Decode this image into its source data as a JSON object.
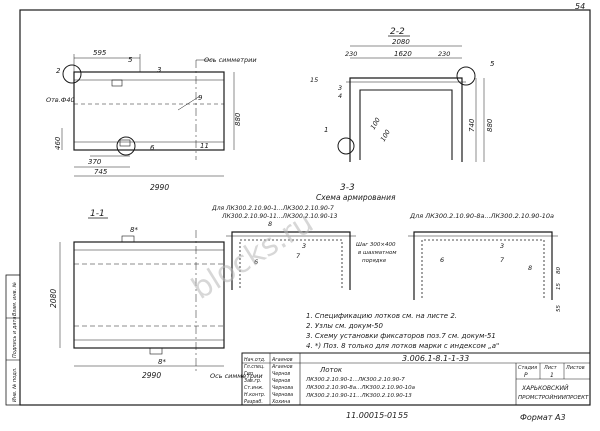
{
  "page_number": "54",
  "sections": {
    "s22": "2-2",
    "s33": "3-3",
    "s11": "1-1"
  },
  "view_labels": {
    "symmetry_axis": "Ось симметрии",
    "opening": "Отв.Ф40",
    "scheme": "Схема армирования",
    "for_left": "Для ЛК300.2.10.90-1...ЛК300.2.10.90-7\nЛК300.2.10.90-11...ЛК300.2.10.90-13",
    "for_right": "Для ЛК300.2.10.90-8а...ЛК300.2.10.90-10а",
    "tie_note": "Шаг 300×400\nв шахматном\nпорядке"
  },
  "dims": {
    "top_595": "595",
    "top_5": "5",
    "top_3": "3",
    "left_2": "2",
    "right_9": "9",
    "h_880": "880",
    "h_460": "460",
    "w_370": "370",
    "w_745": "745",
    "w_2990": "2990",
    "w_2080": "2080",
    "w_230a": "230",
    "w_1620": "1620",
    "w_230b": "230",
    "h_15": "15",
    "h_100a": "100",
    "h_100b": "100",
    "h_740": "740",
    "h_880b": "880",
    "n_3": "3",
    "n_4": "4",
    "n_5": "5",
    "n_1": "1",
    "n_6": "6",
    "n_7": "7",
    "n_8": "8",
    "n_11": "11",
    "b15": "15",
    "b80": "80",
    "b55": "55",
    "h_2080": "2080",
    "sec1_8": "8*",
    "sec1_2990": "2990",
    "sec1_axis": "Ось симметрии"
  },
  "notes": [
    "1. Спецификацию лотков см. на листе 2.",
    "2. Узлы см. докум-50",
    "3. Схему установки фиксаторов поз.7 см. докум-51",
    "4. *) Поз. 8 только для лотков марки с индексом „а\""
  ],
  "title_block": {
    "doc_code": "3.006.1-8.1-1-33",
    "product_title": "Лоток",
    "marks": [
      "ЛК300.2.10.90-1...ЛК300.2.10.90-7",
      "ЛК300.2.10.90-8а...ЛК300.2.10.90-10а",
      "ЛК300.2.10.90-11...ЛК300.2.10.90-13"
    ],
    "col_stage": "Стадия",
    "col_sheet": "Лист",
    "col_sheets": "Листов",
    "stage_val": "Р",
    "sheet_val": "1",
    "sheets_val": "",
    "org": "ХАРЬКОВСКИЙ\nПРОМСТРОЙНИИПРОЕКТ",
    "signers": [
      {
        "role": "Нач.отд.",
        "name": "Агаянов"
      },
      {
        "role": "Гл.спец.",
        "name": "Агаянов"
      },
      {
        "role": "Гип",
        "name": "Чернов"
      },
      {
        "role": "Зав.гр.",
        "name": "Чернов"
      },
      {
        "role": "Ст.инж.",
        "name": "Чернова"
      },
      {
        "role": "Н.контр.",
        "name": "Чернова"
      },
      {
        "role": "Разраб.",
        "name": "Хохина"
      }
    ]
  },
  "side_stamp": [
    "Инв. № подл.",
    "Подпись и дата",
    "Взам. инв. №"
  ],
  "footer": {
    "code": "11.00015-01",
    "page": "55",
    "format": "Формат А3"
  },
  "watermark": "blocks.ru"
}
